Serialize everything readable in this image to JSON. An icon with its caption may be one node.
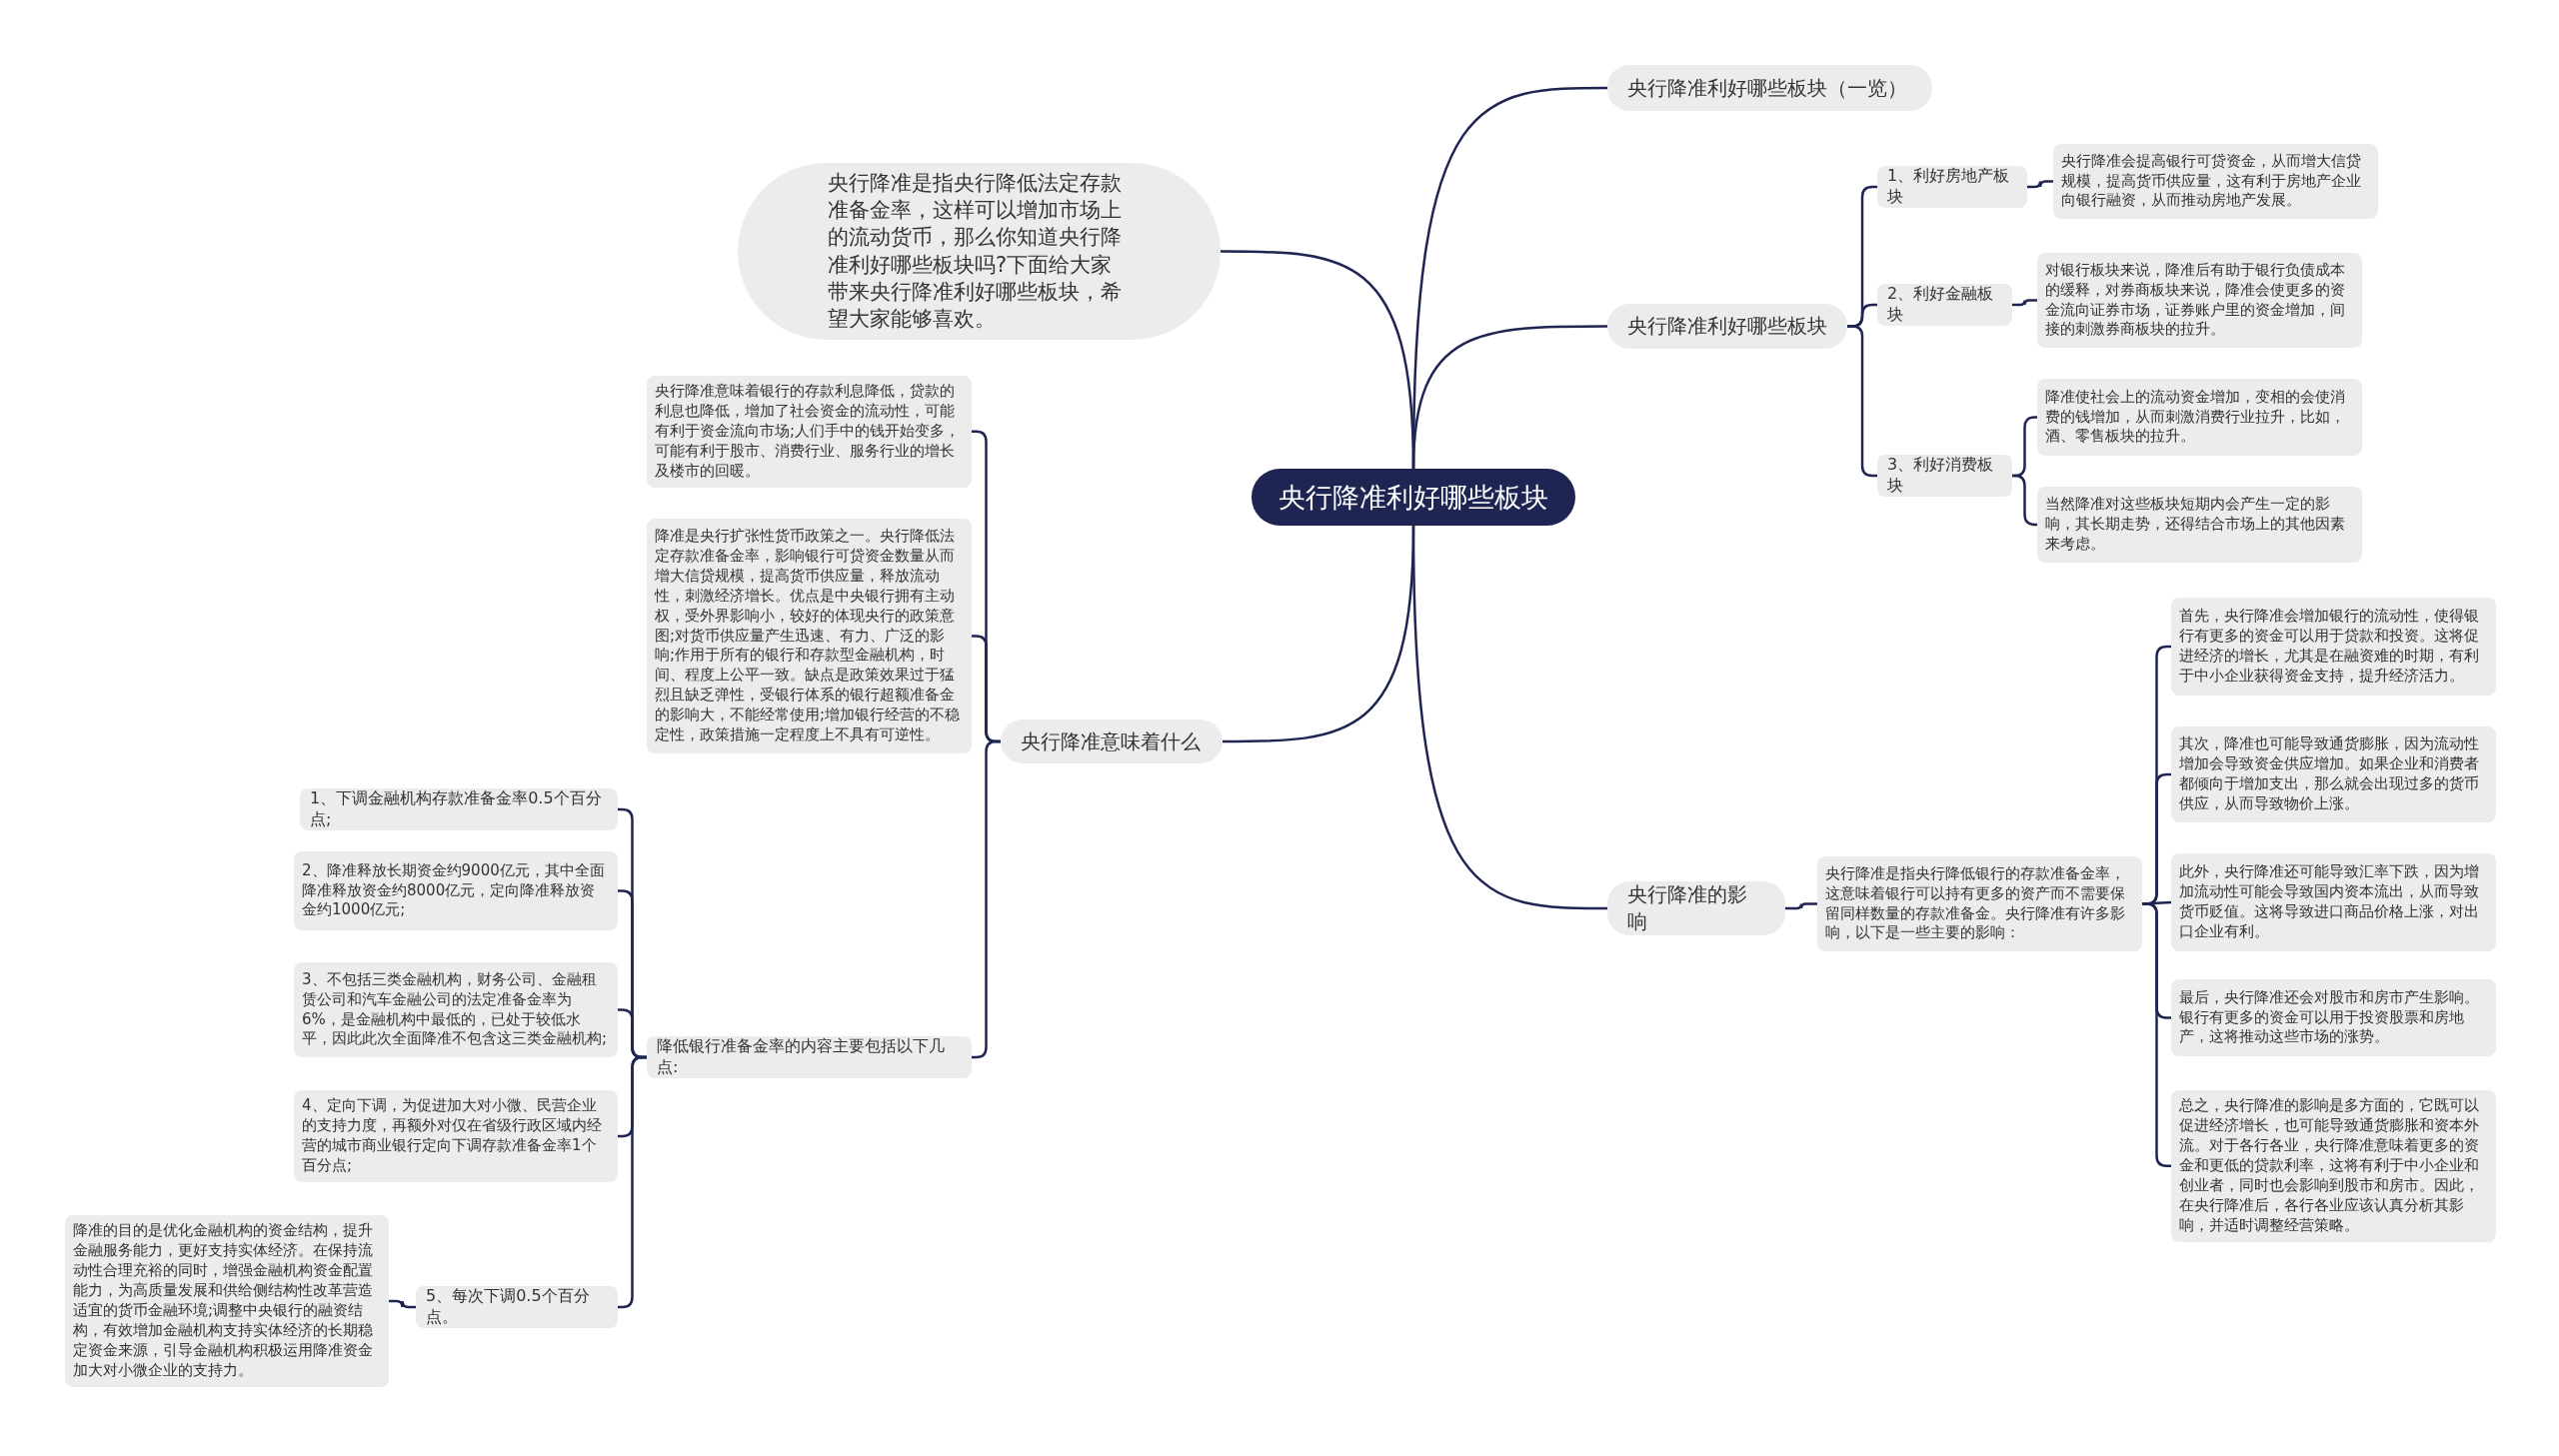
{
  "diagram": {
    "nodes": [
      {
        "text": [
          "央行降准利好哪些板块"
        ]
      },
      {
        "text": [
          "央行降准是指央行降低法定存款准备金率，这样可以增加市场上的流动货币，那么你知道央行降准利好哪些板块吗?下面给大家带来央行降准利好哪些板块，希望大家能够喜欢。"
        ]
      },
      {
        "text": [
          "央行降准利好哪些板块（一览）"
        ]
      },
      {
        "text": [
          "央行降准利好哪些板块"
        ]
      },
      {
        "text": [
          "1、利好房地产板块"
        ]
      },
      {
        "text": [
          "央行降准会提高银行可贷资金，从而增大信贷规模，提高货币供应量，这有利于房地产企业向银行融资，从而推动房地产发展。"
        ]
      },
      {
        "text": [
          "2、利好金融板块"
        ]
      },
      {
        "text": [
          "对银行板块来说，降准后有助于银行负债成本的缓释，对券商板块来说，降准会使更多的资金流向证券市场，证券账户里的资金增加，间接的刺激券商板块的拉升。"
        ]
      },
      {
        "text": [
          "3、利好消费板块"
        ]
      },
      {
        "text": [
          "降准使社会上的流动资金增加，变相的会使消费的钱增加，从而刺激消费行业拉升，比如，酒、零售板块的拉升。"
        ]
      },
      {
        "text": [
          "当然降准对这些板块短期内会产生一定的影响，其长期走势，还得结合市场上的其他因素来考虑。"
        ]
      },
      {
        "text": [
          "央行降准的影响"
        ]
      },
      {
        "text": [
          "央行降准是指央行降低银行的存款准备金率，这意味着银行可以持有更多的资产而不需要保留同样数量的存款准备金。央行降准有许多影响，以下是一些主要的影响："
        ]
      },
      {
        "text": [
          "首先，央行降准会增加银行的流动性，使得银行有更多的资金可以用于贷款和投资。这将促进经济的增长，尤其是在融资难的时期，有利于中小企业获得资金支持，提升经济活力。"
        ]
      },
      {
        "text": [
          "其次，降准也可能导致通货膨胀，因为流动性增加会导致资金供应增加。如果企业和消费者都倾向于增加支出，那么就会出现过多的货币供应，从而导致物价上涨。"
        ]
      },
      {
        "text": [
          "此外，央行降准还可能导致汇率下跌，因为增加流动性可能会导致国内资本流出，从而导致货币贬值。这将导致进口商品价格上涨，对出口企业有利。"
        ]
      },
      {
        "text": [
          "最后，央行降准还会对股市和房市产生影响。银行有更多的资金可以用于投资股票和房地产，这将推动这些市场的涨势。"
        ]
      },
      {
        "text": [
          "总之，央行降准的影响是多方面的，它既可以促进经济增长，也可能导致通货膨胀和资本外流。对于各行各业，央行降准意味着更多的资金和更低的贷款利率，这将有利于中小企业和创业者，同时也会影响到股市和房市。因此，在央行降准后，各行各业应该认真分析其影响，并适时调整经营策略。"
        ]
      },
      {
        "text": [
          "央行降准意味着什么"
        ]
      },
      {
        "text": [
          "央行降准意味着银行的存款利息降低，贷款的利息也降低，增加了社会资金的流动性，可能有利于资金流向市场;人们手中的钱开始变多，可能有利于股市、消费行业、服务行业的增长及楼市的回暖。"
        ]
      },
      {
        "text": [
          "降准是央行扩张性货币政策之一。央行降低法定存款准备金率，影响银行可贷资金数量从而增大信贷规模，提高货币供应量，释放流动性，刺激经济增长。优点是中央银行拥有主动权，受外界影响小，较好的体现央行的政策意图;对货币供应量产生迅速、有力、广泛的影响;作用于所有的银行和存款型金融机构，时间、程度上公平一致。缺点是政策效果过于猛烈且缺乏弹性，受银行体系的银行超额准备金的影响大，不能经常使用;增加银行经营的不稳定性，政策措施一定程度上不具有可逆性。"
        ]
      },
      {
        "text": [
          "降低银行准备金率的内容主要包括以下几点:"
        ]
      },
      {
        "text": [
          "1、下调金融机构存款准备金率0.5个百分点;"
        ]
      },
      {
        "text": [
          "2、降准释放长期资金约9000亿元，其中全面降准释放资金约8000亿元，定向降准释放资金约1000亿元;"
        ]
      },
      {
        "text": [
          "3、不包括三类金融机构，财务公司、金融租赁公司和汽车金融公司的法定准备金率为6%，是金融机构中最低的，已处于较低水平，因此此次全面降准不包含这三类金融机构;"
        ]
      },
      {
        "text": [
          "4、定向下调，为促进加大对小微、民营企业的支持力度，再额外对仅在省级行政区域内经营的城市商业银行定向下调存款准备金率1个百分点;"
        ]
      },
      {
        "text": [
          "5、每次下调0.5个百分点。"
        ]
      },
      {
        "text": [
          "降准的目的是优化金融机构的资金结构，提升金融服务能力，更好支持实体经济。在保持流动性合理充裕的同时，增强金融机构资金配置能力，为高质量发展和供给侧结构性改革营造适宜的货币金融环境;调整中央银行的融资结构，有效增加金融机构支持实体经济的长期稳定资金来源，引导金融机构积极运用降准资金加大对小微企业的支持力。"
        ]
      }
    ],
    "edges": [
      {
        "from": 0,
        "to": 1,
        "arrow": "none"
      },
      {
        "from": 0,
        "to": 2,
        "arrow": "none"
      },
      {
        "from": 0,
        "to": 3,
        "arrow": "none"
      },
      {
        "from": 3,
        "to": 4,
        "arrow": "none"
      },
      {
        "from": 4,
        "to": 5,
        "arrow": "none"
      },
      {
        "from": 3,
        "to": 6,
        "arrow": "none"
      },
      {
        "from": 6,
        "to": 7,
        "arrow": "none"
      },
      {
        "from": 3,
        "to": 8,
        "arrow": "none"
      },
      {
        "from": 8,
        "to": 9,
        "arrow": "none"
      },
      {
        "from": 8,
        "to": 10,
        "arrow": "none"
      },
      {
        "from": 0,
        "to": 11,
        "arrow": "none"
      },
      {
        "from": 11,
        "to": 12,
        "arrow": "none"
      },
      {
        "from": 12,
        "to": 13,
        "arrow": "none"
      },
      {
        "from": 12,
        "to": 14,
        "arrow": "none"
      },
      {
        "from": 12,
        "to": 15,
        "arrow": "none"
      },
      {
        "from": 12,
        "to": 16,
        "arrow": "none"
      },
      {
        "from": 12,
        "to": 17,
        "arrow": "none"
      },
      {
        "from": 0,
        "to": 18,
        "arrow": "none"
      },
      {
        "from": 18,
        "to": 19,
        "arrow": "none"
      },
      {
        "from": 18,
        "to": 20,
        "arrow": "none"
      },
      {
        "from": 18,
        "to": 21,
        "arrow": "none"
      },
      {
        "from": 21,
        "to": 22,
        "arrow": "none"
      },
      {
        "from": 21,
        "to": 23,
        "arrow": "none"
      },
      {
        "from": 21,
        "to": 24,
        "arrow": "none"
      },
      {
        "from": 21,
        "to": 25,
        "arrow": "none"
      },
      {
        "from": 21,
        "to": 26,
        "arrow": "none"
      },
      {
        "from": 26,
        "to": 27,
        "arrow": "none"
      }
    ]
  }
}
